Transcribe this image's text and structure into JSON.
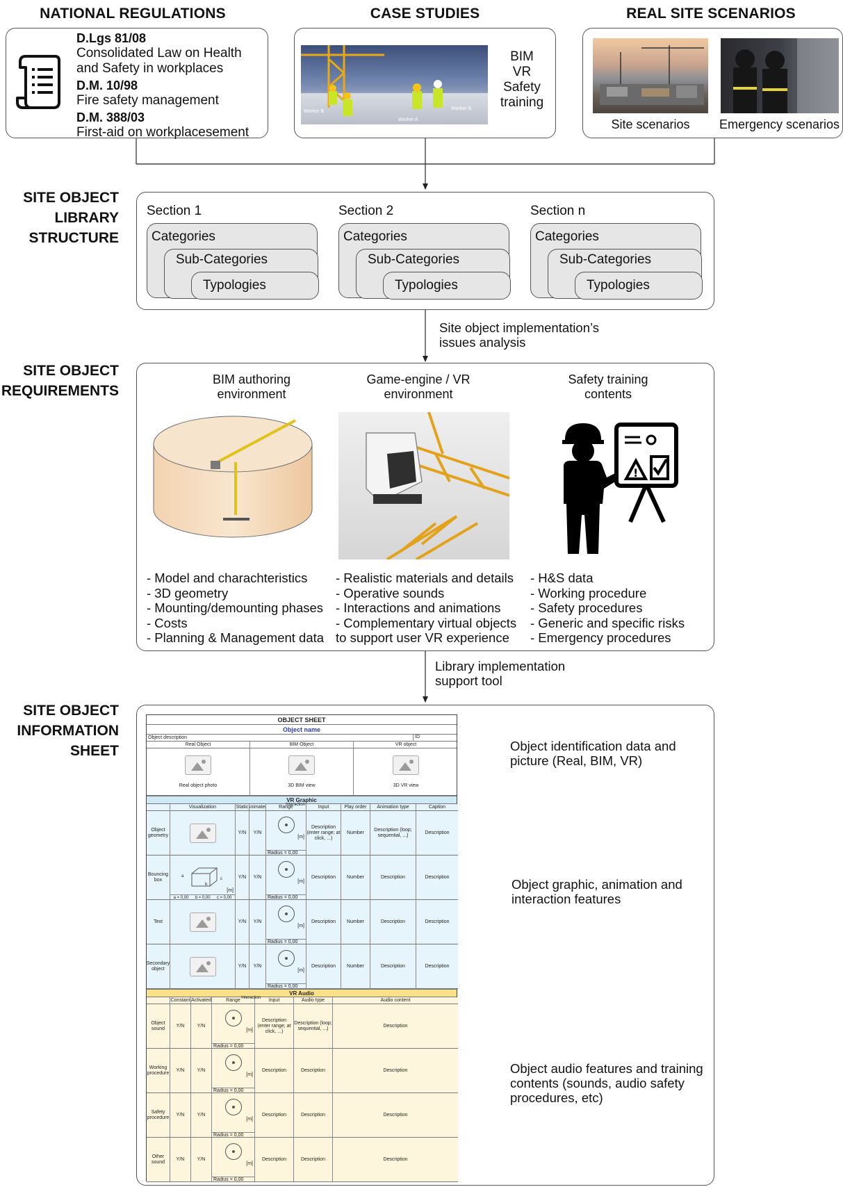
{
  "headers": {
    "national": "NATIONAL REGULATIONS",
    "case": "CASE STUDIES",
    "real": "REAL SITE SCENARIOS"
  },
  "regulations": [
    {
      "code": "D.Lgs 81/08",
      "desc": "Consolidated Law on Health and Safety in workplaces"
    },
    {
      "code": "D.M. 10/98",
      "desc": "Fire safety management"
    },
    {
      "code": "D.M. 388/03",
      "desc": "First-aid on workplacesement"
    }
  ],
  "case_studies": {
    "labels": [
      "BIM",
      "VR",
      "Safety",
      "training"
    ],
    "image_captions": [
      "Worker B",
      "Worker A",
      "Worker B"
    ]
  },
  "real_site": {
    "site_caption": "Site scenarios",
    "emergency_caption": "Emergency scenarios"
  },
  "sides": {
    "library": [
      "SITE OBJECT",
      "LIBRARY",
      "STRUCTURE"
    ],
    "requirements": [
      "SITE OBJECT",
      "REQUIREMENTS"
    ],
    "info_sheet": [
      "SITE OBJECT",
      "INFORMATION",
      "SHEET"
    ]
  },
  "library": {
    "sections": [
      "Section 1",
      "Section 2",
      "Section n"
    ],
    "categories": "Categories",
    "subcategories": "Sub-Categories",
    "typologies": "Typologies"
  },
  "arrows": {
    "issues": [
      "Site object implementation’s",
      "issues analysis"
    ],
    "support": [
      "Library implementation",
      "support tool"
    ]
  },
  "requirements": {
    "bim": {
      "title": [
        "BIM authoring",
        "environment"
      ],
      "items": [
        "- Model and charachteristics",
        "- 3D geometry",
        "- Mounting/demounting phases",
        "- Costs",
        "- Planning & Management data"
      ]
    },
    "vr": {
      "title": [
        "Game-engine / VR",
        "environment"
      ],
      "items": [
        "- Realistic materials and details",
        "- Operative sounds",
        "- Interactions and animations",
        "- Complementary virtual objects",
        "to support user VR experience"
      ]
    },
    "safety": {
      "title": [
        "Safety training",
        "contents"
      ],
      "items": [
        "- H&S data",
        "- Working procedure",
        "- Safety procedures",
        "- Generic and specific risks",
        "- Emergency procedures"
      ]
    }
  },
  "sheet": {
    "title": "OBJECT SHEET",
    "object_name": "Object name",
    "object_description": "Object description",
    "id": "ID",
    "view_heads": [
      "Real Object",
      "BIM Object",
      "VR object"
    ],
    "view_caps": [
      "Real object photo",
      "3D BIM view",
      "3D VR view"
    ],
    "vr_graphic": "VR Graphic",
    "graphic_heads": [
      "Visualization",
      "Static",
      "Animated",
      "Range",
      "Interaction",
      "Input",
      "Play order",
      "Animation type",
      "Caption"
    ],
    "graphic_rows": [
      {
        "label": "Object geometry",
        "input": "Description (enter range; at click, ...)",
        "anim": "Description (loop; sequential, ...)"
      },
      {
        "label": "Bouncing box",
        "input": "Description",
        "anim": "Description"
      },
      {
        "label": "Text",
        "input": "Description",
        "anim": "Description"
      },
      {
        "label": "Secondary object",
        "input": "Description",
        "anim": "Description"
      }
    ],
    "bbox_dims": [
      "a = 0,00",
      "b = 0,00",
      "c = 0,00"
    ],
    "bbox_letters": [
      "a",
      "b",
      "c"
    ],
    "unit_m": "[m]",
    "yn": "Y/N",
    "number": "Number",
    "description": "Description",
    "radius": "Radius = 0,00",
    "vr_audio": "VR Audio",
    "audio_heads": [
      "Constant",
      "Activated",
      "Range",
      "Interaction",
      "Input",
      "Audio type",
      "Audio content"
    ],
    "audio_rows": [
      {
        "label": "Object sound",
        "input": "Description (enter range; at click, ...)",
        "type": "Description (loop; sequential, ...)"
      },
      {
        "label": "Working procedure",
        "input": "Description",
        "type": "Description"
      },
      {
        "label": "Safety procedure",
        "input": "Description",
        "type": "Description"
      },
      {
        "label": "Other sound",
        "input": "Description",
        "type": "Description"
      }
    ]
  },
  "sheet_notes": {
    "identification": [
      "Object identification data and",
      "picture (Real, BIM, VR)"
    ],
    "graphic": [
      "Object graphic, animation and",
      "interaction features"
    ],
    "audio": [
      "Object audio features and training",
      "contents (sounds, audio safety",
      "procedures, etc)"
    ]
  },
  "colors": {
    "graphic_band": "#cfeaf6",
    "graphic_bg": "#e6f4fb",
    "audio_band": "#fbe08a",
    "audio_bg": "#fdf6dc"
  }
}
